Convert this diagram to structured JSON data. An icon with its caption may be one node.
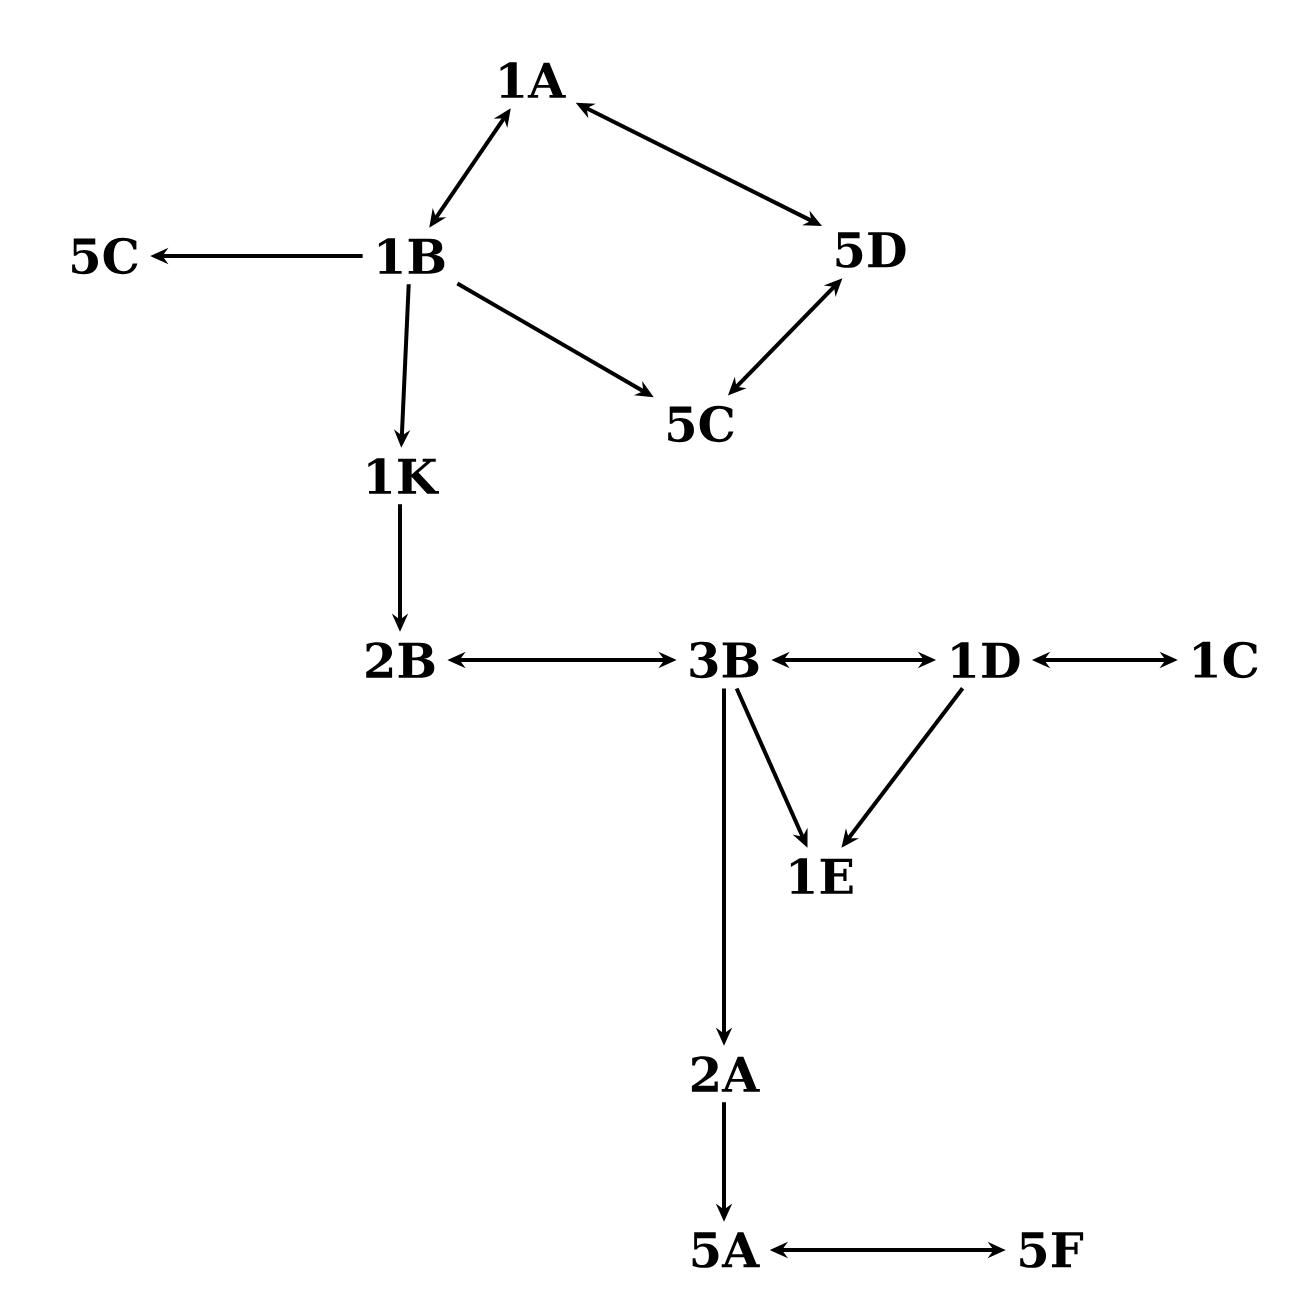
{
  "diagram": {
    "nodes": [
      {
        "text": [
          "1A"
        ]
      },
      {
        "text": [
          "5C"
        ]
      },
      {
        "text": [
          "1B"
        ]
      },
      {
        "text": [
          "5D"
        ]
      },
      {
        "text": [
          "1K"
        ]
      },
      {
        "text": [
          "5C"
        ]
      },
      {
        "text": [
          "2B"
        ]
      },
      {
        "text": [
          "3B"
        ]
      },
      {
        "text": [
          "1D"
        ]
      },
      {
        "text": [
          "1C"
        ]
      },
      {
        "text": [
          "1E"
        ]
      },
      {
        "text": [
          "2A"
        ]
      },
      {
        "text": [
          "5A"
        ]
      },
      {
        "text": [
          "5F"
        ]
      }
    ],
    "edges": [
      {
        "from": 2,
        "to": 0,
        "arrow": "both"
      },
      {
        "from": 0,
        "to": 3,
        "arrow": "both"
      },
      {
        "from": 2,
        "to": 1,
        "arrow": "to"
      },
      {
        "from": 2,
        "to": 5,
        "arrow": "to"
      },
      {
        "from": 5,
        "to": 3,
        "arrow": "both"
      },
      {
        "from": 2,
        "to": 4,
        "arrow": "to"
      },
      {
        "from": 4,
        "to": 6,
        "arrow": "to"
      },
      {
        "from": 6,
        "to": 7,
        "arrow": "both"
      },
      {
        "from": 7,
        "to": 8,
        "arrow": "both"
      },
      {
        "from": 8,
        "to": 9,
        "arrow": "both"
      },
      {
        "from": 7,
        "to": 10,
        "arrow": "to"
      },
      {
        "from": 8,
        "to": 10,
        "arrow": "to"
      },
      {
        "from": 7,
        "to": 11,
        "arrow": "to"
      },
      {
        "from": 11,
        "to": 12,
        "arrow": "to"
      },
      {
        "from": 12,
        "to": 13,
        "arrow": "both"
      }
    ]
  }
}
